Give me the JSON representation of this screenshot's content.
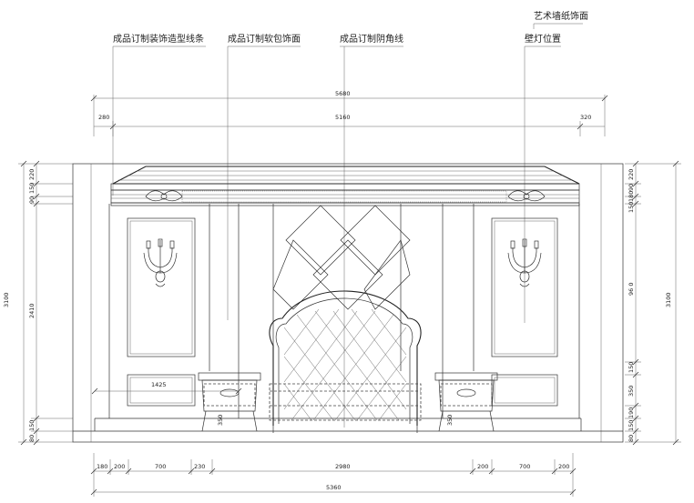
{
  "callouts": {
    "molding": "成品订制装饰造型线条",
    "soft_panel": "成品订制软包饰面",
    "cornice": "成品订制阴角线",
    "wallpaper": "艺术墙纸饰面",
    "sconce": "壁灯位置"
  },
  "dims_top": {
    "overall": "5680",
    "inner": "5160",
    "left_offset": "280",
    "right_offset": "320"
  },
  "dims_left": {
    "d220": "220",
    "d150": "150",
    "d90": "90",
    "d2410": "2410",
    "d3100": "3100",
    "d80": "80",
    "d150b": "150"
  },
  "dims_right": {
    "d220": "220",
    "d150": "150",
    "d180": "180",
    "d90": "90",
    "d960": "96 0",
    "d3100": "3100",
    "d150c": "150",
    "d350": "350",
    "d80": "80",
    "d150d": "150",
    "d190": "190"
  },
  "dims_interior": {
    "d1425": "1425",
    "d350a": "350",
    "d350b": "350"
  },
  "dims_bottom": {
    "d180": "180",
    "d200a": "200",
    "d700a": "700",
    "d230": "230",
    "d2980": "2980",
    "d200b": "200",
    "d700b": "700",
    "d200c": "200",
    "overall": "5360"
  }
}
